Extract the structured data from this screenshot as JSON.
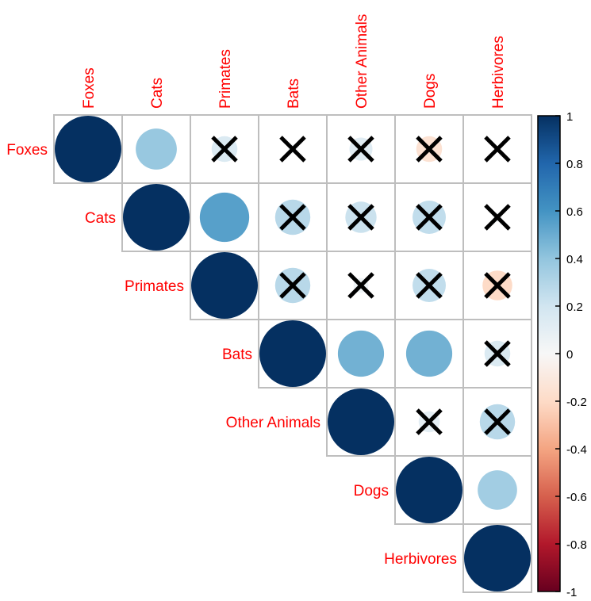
{
  "chart_data": {
    "type": "heatmap",
    "subtype": "correlation-matrix-upper",
    "variables": [
      "Foxes",
      "Cats",
      "Primates",
      "Bats",
      "Other Animals",
      "Dogs",
      "Herbivores"
    ],
    "cells": [
      {
        "row": 0,
        "col": 0,
        "value": 1.0,
        "significant": true
      },
      {
        "row": 0,
        "col": 1,
        "value": 0.38,
        "significant": true
      },
      {
        "row": 0,
        "col": 2,
        "value": 0.15,
        "significant": false
      },
      {
        "row": 0,
        "col": 3,
        "value": 0.02,
        "significant": false
      },
      {
        "row": 0,
        "col": 4,
        "value": 0.12,
        "significant": false
      },
      {
        "row": 0,
        "col": 5,
        "value": -0.15,
        "significant": false
      },
      {
        "row": 0,
        "col": 6,
        "value": 0.0,
        "significant": false
      },
      {
        "row": 1,
        "col": 1,
        "value": 1.0,
        "significant": true
      },
      {
        "row": 1,
        "col": 2,
        "value": 0.55,
        "significant": true
      },
      {
        "row": 1,
        "col": 3,
        "value": 0.28,
        "significant": false
      },
      {
        "row": 1,
        "col": 4,
        "value": 0.22,
        "significant": false
      },
      {
        "row": 1,
        "col": 5,
        "value": 0.25,
        "significant": false
      },
      {
        "row": 1,
        "col": 6,
        "value": 0.02,
        "significant": false
      },
      {
        "row": 2,
        "col": 2,
        "value": 1.0,
        "significant": true
      },
      {
        "row": 2,
        "col": 3,
        "value": 0.28,
        "significant": false
      },
      {
        "row": 2,
        "col": 4,
        "value": 0.05,
        "significant": false
      },
      {
        "row": 2,
        "col": 5,
        "value": 0.25,
        "significant": false
      },
      {
        "row": 2,
        "col": 6,
        "value": -0.2,
        "significant": false
      },
      {
        "row": 3,
        "col": 3,
        "value": 1.0,
        "significant": true
      },
      {
        "row": 3,
        "col": 4,
        "value": 0.48,
        "significant": true
      },
      {
        "row": 3,
        "col": 5,
        "value": 0.48,
        "significant": true
      },
      {
        "row": 3,
        "col": 6,
        "value": 0.15,
        "significant": false
      },
      {
        "row": 4,
        "col": 4,
        "value": 1.0,
        "significant": true
      },
      {
        "row": 4,
        "col": 5,
        "value": 0.1,
        "significant": false
      },
      {
        "row": 4,
        "col": 6,
        "value": 0.28,
        "significant": false
      },
      {
        "row": 5,
        "col": 5,
        "value": 1.0,
        "significant": true
      },
      {
        "row": 5,
        "col": 6,
        "value": 0.35,
        "significant": true
      },
      {
        "row": 6,
        "col": 6,
        "value": 1.0,
        "significant": true
      }
    ],
    "colorbar": {
      "range": [
        -1,
        1
      ],
      "ticks": [
        "1",
        "0.8",
        "0.6",
        "0.4",
        "0.2",
        "0",
        "-0.2",
        "-0.4",
        "-0.6",
        "-0.8",
        "-1"
      ],
      "colors": {
        "negative_end": "#67001f",
        "mid": "#f7f7f7",
        "positive_end": "#053061"
      }
    },
    "label_color": "#ff0000",
    "grid_color": "#bebebe",
    "cross_color": "#000000"
  }
}
